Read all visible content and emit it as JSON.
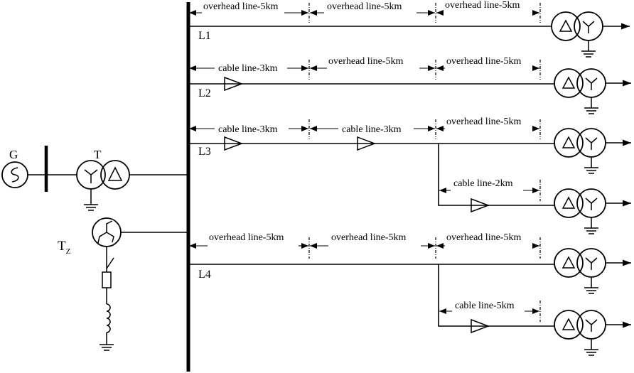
{
  "generator": {
    "label": "G"
  },
  "transformer": {
    "label": "T"
  },
  "grounding_transformer": {
    "label": "T",
    "subscript": "Z"
  },
  "lines": [
    {
      "name": "L1",
      "segments": [
        "overhead line-5km",
        "overhead line-5km",
        "overhead line-5km"
      ]
    },
    {
      "name": "L2",
      "segments": [
        "cable line-3km",
        "overhead line-5km",
        "overhead line-5km"
      ]
    },
    {
      "name": "L3",
      "segments": [
        "cable line-3km",
        "cable line-3km",
        "overhead line-5km"
      ],
      "branch": {
        "segment": "cable line-2km"
      }
    },
    {
      "name": "L4",
      "segments": [
        "overhead line-5km",
        "overhead line-5km",
        "overhead line-5km"
      ],
      "branch": {
        "segment": "cable line-5km"
      }
    }
  ]
}
